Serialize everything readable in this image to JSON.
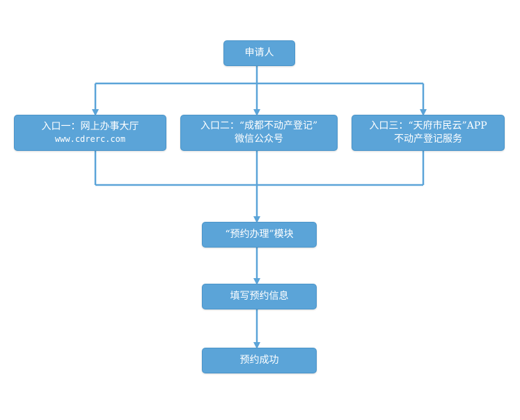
{
  "colors": {
    "node_fill": "#5ba4d8",
    "node_border": "#4a94c9",
    "node_text": "#ffffff",
    "connector": "#5ba4d8"
  },
  "nodes": {
    "applicant": {
      "label": "申请人"
    },
    "entry1": {
      "line1": "入口一：网上办事大厅",
      "line2": "www.cdrerc.com"
    },
    "entry2": {
      "line1": "入口二：“成都不动产登记”",
      "line2": "微信公众号"
    },
    "entry3": {
      "line1": "入口三：“天府市民云”APP",
      "line2": "不动产登记服务"
    },
    "module": {
      "label": "“预约办理”模块"
    },
    "fill_info": {
      "label": "填写预约信息"
    },
    "success": {
      "label": "预约成功"
    }
  }
}
